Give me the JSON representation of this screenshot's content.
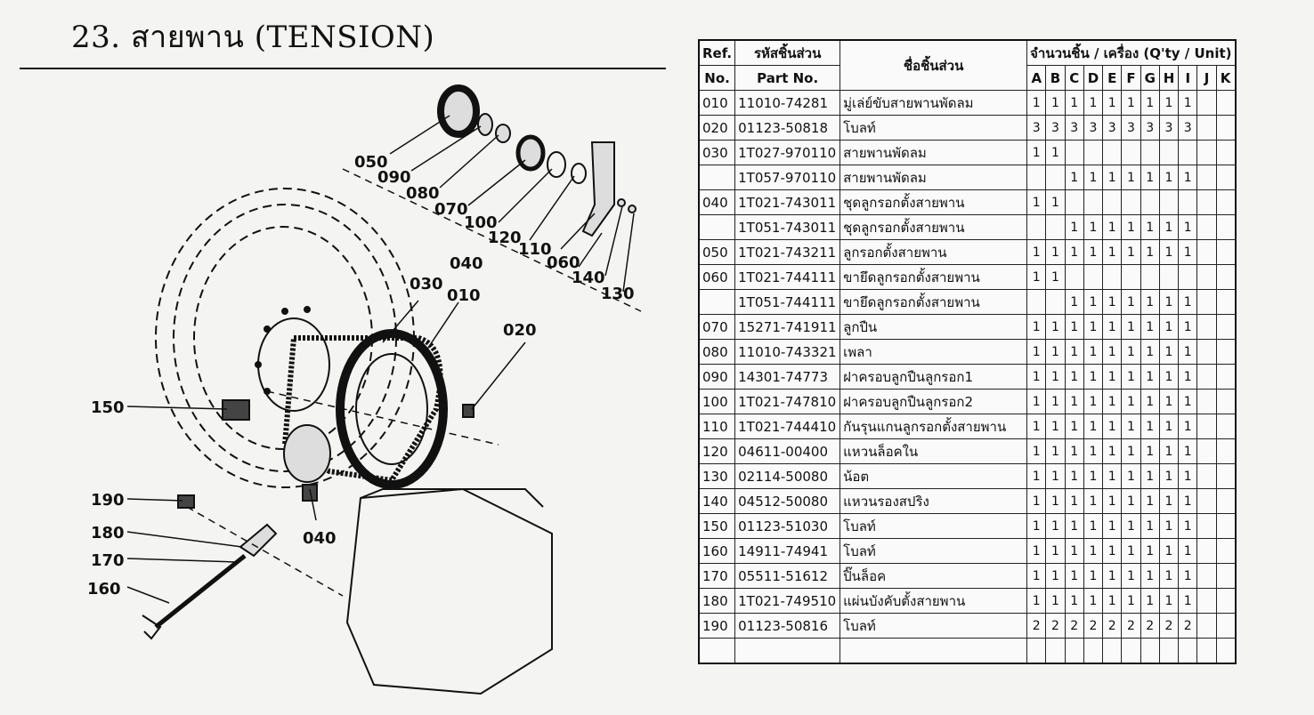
{
  "page": {
    "title": "23. สายพาน (TENSION)"
  },
  "diagram": {
    "callouts": [
      "050",
      "090",
      "080",
      "070",
      "100",
      "120",
      "110",
      "060",
      "140",
      "130",
      "040",
      "030",
      "010",
      "020",
      "150",
      "190",
      "180",
      "170",
      "160",
      "040"
    ]
  },
  "table": {
    "headers": {
      "ref_top": "Ref.",
      "ref_bottom": "No.",
      "part_top": "รหัสชิ้นส่วน",
      "part_bottom": "Part No.",
      "name": "ชื่อชิ้นส่วน",
      "qty": "จำนวนชิ้น / เครื่อง (Q'ty / Unit)",
      "units": [
        "A",
        "B",
        "C",
        "D",
        "E",
        "F",
        "G",
        "H",
        "I",
        "J",
        "K"
      ]
    },
    "rows": [
      {
        "ref": "010",
        "part": "11010-74281",
        "name": "มู่เล่ย์ขับสายพานพัดลม",
        "q": [
          "1",
          "1",
          "1",
          "1",
          "1",
          "1",
          "1",
          "1",
          "1",
          "",
          ""
        ]
      },
      {
        "ref": "020",
        "part": "01123-50818",
        "name": "โบลท์",
        "q": [
          "3",
          "3",
          "3",
          "3",
          "3",
          "3",
          "3",
          "3",
          "3",
          "",
          ""
        ]
      },
      {
        "ref": "030",
        "part": "1T027-970110",
        "name": "สายพานพัดลม",
        "q": [
          "1",
          "1",
          "",
          "",
          "",
          "",
          "",
          "",
          "",
          "",
          ""
        ]
      },
      {
        "ref": "",
        "part": "1T057-970110",
        "name": "สายพานพัดลม",
        "q": [
          "",
          "",
          "1",
          "1",
          "1",
          "1",
          "1",
          "1",
          "1",
          "",
          ""
        ]
      },
      {
        "ref": "040",
        "part": "1T021-743011",
        "name": "ชุดลูกรอกตั้งสายพาน",
        "q": [
          "1",
          "1",
          "",
          "",
          "",
          "",
          "",
          "",
          "",
          "",
          ""
        ]
      },
      {
        "ref": "",
        "part": "1T051-743011",
        "name": "ชุดลูกรอกตั้งสายพาน",
        "q": [
          "",
          "",
          "1",
          "1",
          "1",
          "1",
          "1",
          "1",
          "1",
          "",
          ""
        ]
      },
      {
        "ref": "050",
        "part": "1T021-743211",
        "name": "ลูกรอกตั้งสายพาน",
        "q": [
          "1",
          "1",
          "1",
          "1",
          "1",
          "1",
          "1",
          "1",
          "1",
          "",
          ""
        ]
      },
      {
        "ref": "060",
        "part": "1T021-744111",
        "name": "ขายึดลูกรอกตั้งสายพาน",
        "q": [
          "1",
          "1",
          "",
          "",
          "",
          "",
          "",
          "",
          "",
          "",
          ""
        ]
      },
      {
        "ref": "",
        "part": "1T051-744111",
        "name": "ขายึดลูกรอกตั้งสายพาน",
        "q": [
          "",
          "",
          "1",
          "1",
          "1",
          "1",
          "1",
          "1",
          "1",
          "",
          ""
        ]
      },
      {
        "ref": "070",
        "part": "15271-741911",
        "name": "ลูกปืน",
        "q": [
          "1",
          "1",
          "1",
          "1",
          "1",
          "1",
          "1",
          "1",
          "1",
          "",
          ""
        ]
      },
      {
        "ref": "080",
        "part": "11010-743321",
        "name": "เพลา",
        "q": [
          "1",
          "1",
          "1",
          "1",
          "1",
          "1",
          "1",
          "1",
          "1",
          "",
          ""
        ]
      },
      {
        "ref": "090",
        "part": "14301-74773",
        "name": "ฝาครอบลูกปืนลูกรอก1",
        "q": [
          "1",
          "1",
          "1",
          "1",
          "1",
          "1",
          "1",
          "1",
          "1",
          "",
          ""
        ]
      },
      {
        "ref": "100",
        "part": "1T021-747810",
        "name": "ฝาครอบลูกปืนลูกรอก2",
        "q": [
          "1",
          "1",
          "1",
          "1",
          "1",
          "1",
          "1",
          "1",
          "1",
          "",
          ""
        ]
      },
      {
        "ref": "110",
        "part": "1T021-744410",
        "name": "กันรุนแกนลูกรอกตั้งสายพาน",
        "q": [
          "1",
          "1",
          "1",
          "1",
          "1",
          "1",
          "1",
          "1",
          "1",
          "",
          ""
        ]
      },
      {
        "ref": "120",
        "part": "04611-00400",
        "name": "แหวนล็อคใน",
        "q": [
          "1",
          "1",
          "1",
          "1",
          "1",
          "1",
          "1",
          "1",
          "1",
          "",
          ""
        ]
      },
      {
        "ref": "130",
        "part": "02114-50080",
        "name": "น้อต",
        "q": [
          "1",
          "1",
          "1",
          "1",
          "1",
          "1",
          "1",
          "1",
          "1",
          "",
          ""
        ]
      },
      {
        "ref": "140",
        "part": "04512-50080",
        "name": "แหวนรองสปริง",
        "q": [
          "1",
          "1",
          "1",
          "1",
          "1",
          "1",
          "1",
          "1",
          "1",
          "",
          ""
        ]
      },
      {
        "ref": "150",
        "part": "01123-51030",
        "name": "โบลท์",
        "q": [
          "1",
          "1",
          "1",
          "1",
          "1",
          "1",
          "1",
          "1",
          "1",
          "",
          ""
        ]
      },
      {
        "ref": "160",
        "part": "14911-74941",
        "name": "โบลท์",
        "q": [
          "1",
          "1",
          "1",
          "1",
          "1",
          "1",
          "1",
          "1",
          "1",
          "",
          ""
        ]
      },
      {
        "ref": "170",
        "part": "05511-51612",
        "name": "ปิ๊นล็อค",
        "q": [
          "1",
          "1",
          "1",
          "1",
          "1",
          "1",
          "1",
          "1",
          "1",
          "",
          ""
        ]
      },
      {
        "ref": "180",
        "part": "1T021-749510",
        "name": "แผ่นบังคับตั้งสายพาน",
        "q": [
          "1",
          "1",
          "1",
          "1",
          "1",
          "1",
          "1",
          "1",
          "1",
          "",
          ""
        ]
      },
      {
        "ref": "190",
        "part": "01123-50816",
        "name": "โบลท์",
        "q": [
          "2",
          "2",
          "2",
          "2",
          "2",
          "2",
          "2",
          "2",
          "2",
          "",
          ""
        ]
      },
      {
        "ref": "",
        "part": "",
        "name": "",
        "q": [
          "",
          "",
          "",
          "",
          "",
          "",
          "",
          "",
          "",
          "",
          ""
        ]
      }
    ]
  }
}
